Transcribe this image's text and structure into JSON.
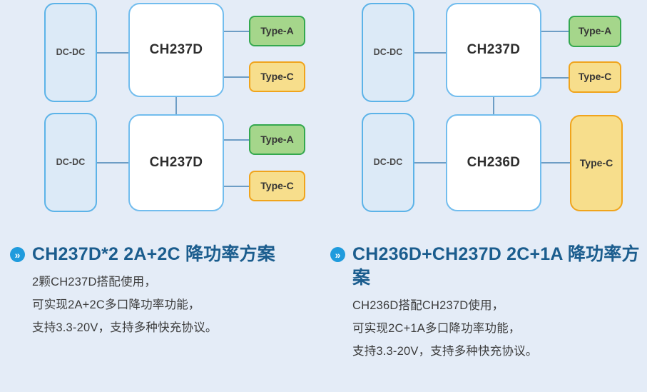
{
  "theme": {
    "background": "#e4ecf7",
    "title_color": "#1b5d8e",
    "body_color": "#3c3c3c",
    "bullet_color": "#1f9bdd",
    "wire_color": "#6d9dc5",
    "dcdc_fill": "#dceaf7",
    "dcdc_border": "#5cb3e8",
    "chip_fill": "#ffffff",
    "chip_border": "#72bdee",
    "type_a_fill": "#a5d68b",
    "type_a_border": "#34a84f",
    "type_c_fill": "#f7de8c",
    "type_c_border": "#f0a41c"
  },
  "diagrams": [
    {
      "id": "left",
      "rows": [
        {
          "source": "DC-DC",
          "chip": "CH237D",
          "ports": [
            "Type-A",
            "Type-C"
          ]
        },
        {
          "source": "DC-DC",
          "chip": "CH237D",
          "ports": [
            "Type-A",
            "Type-C"
          ]
        }
      ]
    },
    {
      "id": "right",
      "rows": [
        {
          "source": "DC-DC",
          "chip": "CH237D",
          "ports": [
            "Type-A",
            "Type-C"
          ]
        },
        {
          "source": "DC-DC",
          "chip": "CH236D",
          "ports": [
            "Type-C"
          ]
        }
      ]
    }
  ],
  "captions": [
    {
      "bullet": "»",
      "title_line1": "CH237D*2 2A+2C",
      "title_line2": "降功率方案",
      "body_line1": "2颗CH237D搭配使用，",
      "body_line2": "可实现2A+2C多口降功率功能，",
      "body_line3": "支持3.3-20V，支持多种快充协议。"
    },
    {
      "bullet": "»",
      "title_line1": "CH236D+CH237D 2C+1A",
      "title_line2": "降功率方案",
      "body_line1": "CH236D搭配CH237D使用，",
      "body_line2": "可实现2C+1A多口降功率功能，",
      "body_line3": "支持3.3-20V，支持多种快充协议。"
    }
  ]
}
